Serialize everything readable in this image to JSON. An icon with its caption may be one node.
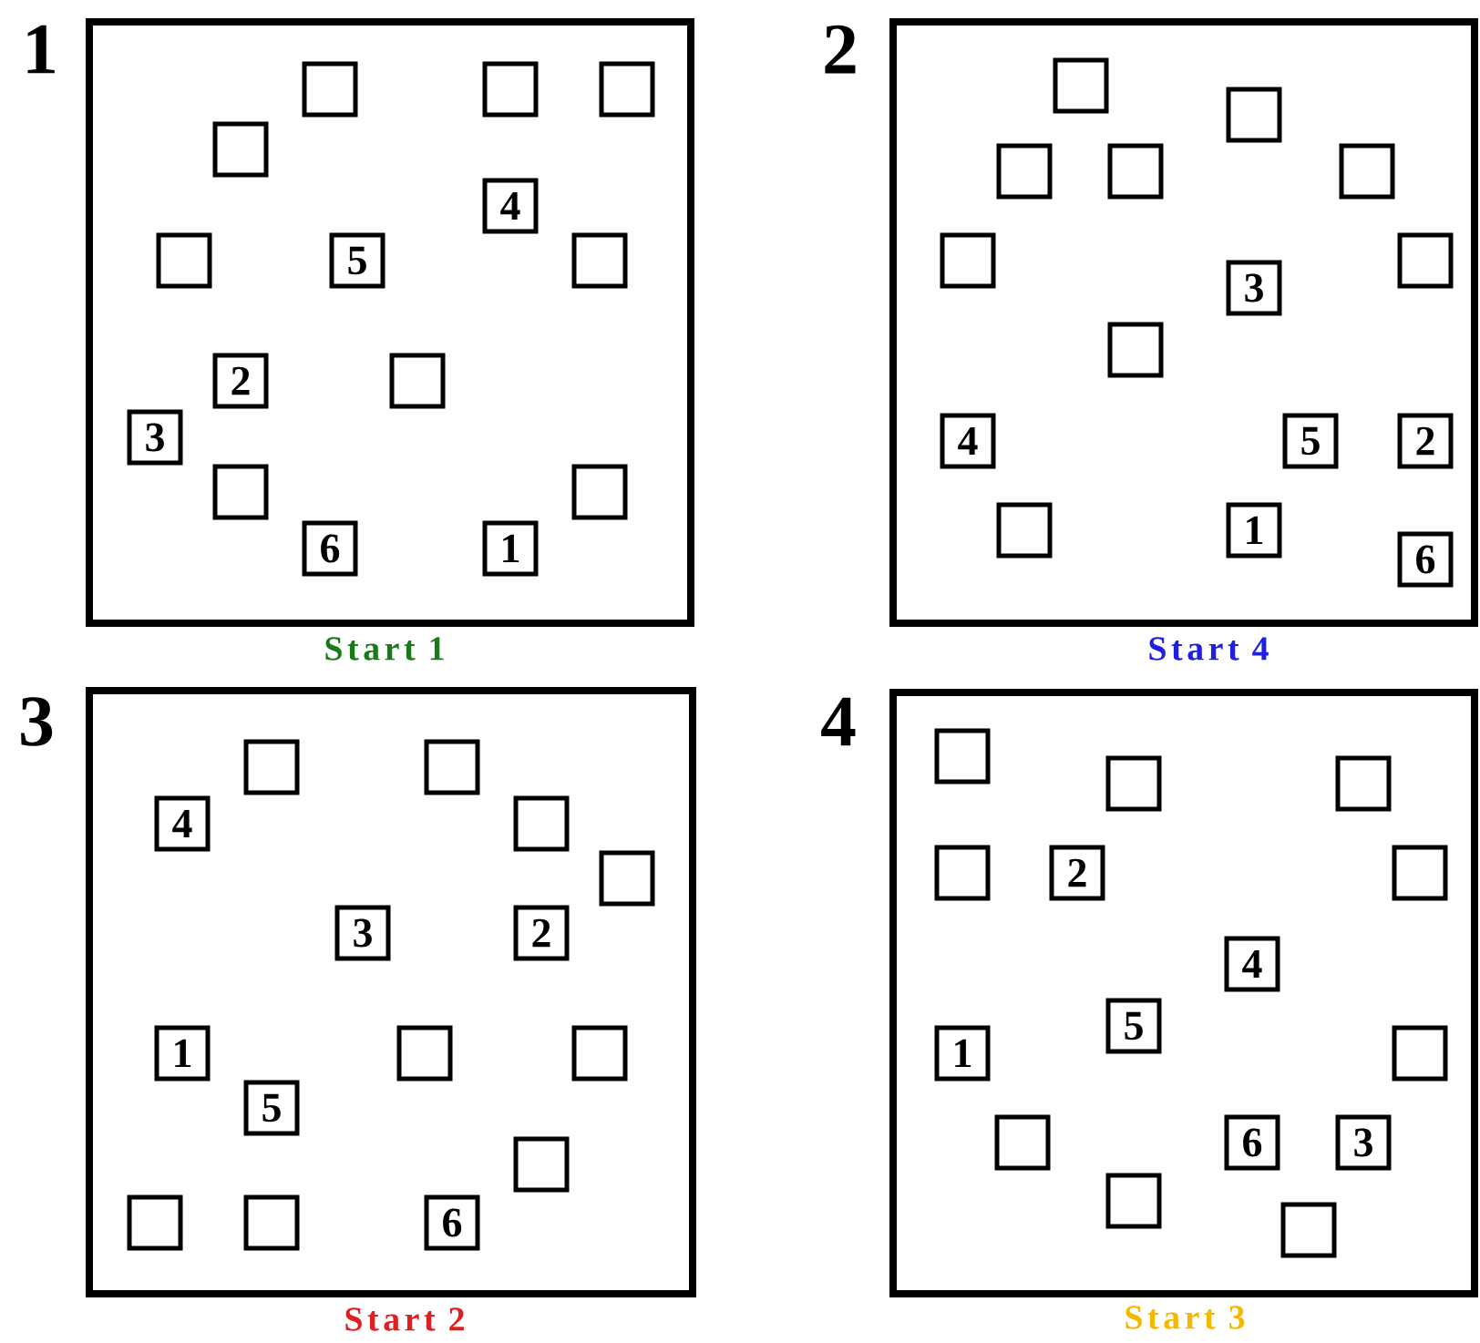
{
  "diagram": {
    "nodes": [
      {
        "text": [
          "1"
        ],
        "beside": [
          "Start 1"
        ]
      },
      {
        "text": [],
        "shape": "box",
        "in": 0
      },
      {
        "text": [],
        "shape": "box",
        "in": 0
      },
      {
        "text": [],
        "shape": "box",
        "in": 0
      },
      {
        "text": [],
        "shape": "box",
        "in": 0
      },
      {
        "text": [
          "4"
        ],
        "in": 0
      },
      {
        "text": [],
        "shape": "box",
        "in": 0
      },
      {
        "text": [
          "5"
        ],
        "in": 0
      },
      {
        "text": [],
        "shape": "box",
        "in": 0
      },
      {
        "text": [
          "2"
        ],
        "in": 0
      },
      {
        "text": [],
        "shape": "box",
        "in": 0
      },
      {
        "text": [
          "3"
        ],
        "in": 0
      },
      {
        "text": [],
        "shape": "box",
        "in": 0
      },
      {
        "text": [],
        "shape": "box",
        "in": 0
      },
      {
        "text": [
          "6"
        ],
        "in": 0
      },
      {
        "text": [
          "1"
        ],
        "in": 0
      },
      {
        "text": [
          "2"
        ],
        "beside": [
          "Start 4"
        ]
      },
      {
        "text": [],
        "shape": "box",
        "in": 16
      },
      {
        "text": [],
        "shape": "box",
        "in": 16
      },
      {
        "text": [],
        "shape": "box",
        "in": 16
      },
      {
        "text": [],
        "shape": "box",
        "in": 16
      },
      {
        "text": [],
        "shape": "box",
        "in": 16
      },
      {
        "text": [],
        "shape": "box",
        "in": 16
      },
      {
        "text": [
          "3"
        ],
        "in": 16
      },
      {
        "text": [],
        "shape": "box",
        "in": 16
      },
      {
        "text": [],
        "shape": "box",
        "in": 16
      },
      {
        "text": [
          "4"
        ],
        "in": 16
      },
      {
        "text": [
          "5"
        ],
        "in": 16
      },
      {
        "text": [
          "2"
        ],
        "in": 16
      },
      {
        "text": [],
        "shape": "box",
        "in": 16
      },
      {
        "text": [
          "1"
        ],
        "in": 16
      },
      {
        "text": [
          "6"
        ],
        "in": 16
      },
      {
        "text": [
          "3"
        ],
        "beside": [
          "Start 2"
        ]
      },
      {
        "text": [],
        "shape": "box",
        "in": 32
      },
      {
        "text": [],
        "shape": "box",
        "in": 32
      },
      {
        "text": [
          "4"
        ],
        "in": 32
      },
      {
        "text": [],
        "shape": "box",
        "in": 32
      },
      {
        "text": [],
        "shape": "box",
        "in": 32
      },
      {
        "text": [
          "3"
        ],
        "in": 32
      },
      {
        "text": [
          "2"
        ],
        "in": 32
      },
      {
        "text": [
          "1"
        ],
        "in": 32
      },
      {
        "text": [],
        "shape": "box",
        "in": 32
      },
      {
        "text": [],
        "shape": "box",
        "in": 32
      },
      {
        "text": [
          "5"
        ],
        "in": 32
      },
      {
        "text": [],
        "shape": "box",
        "in": 32
      },
      {
        "text": [],
        "shape": "box",
        "in": 32
      },
      {
        "text": [],
        "shape": "box",
        "in": 32
      },
      {
        "text": [
          "6"
        ],
        "in": 32
      },
      {
        "text": [
          "4"
        ],
        "beside": [
          "Start 3"
        ]
      },
      {
        "text": [],
        "shape": "box",
        "in": 48
      },
      {
        "text": [],
        "shape": "box",
        "in": 48
      },
      {
        "text": [],
        "shape": "box",
        "in": 48
      },
      {
        "text": [],
        "shape": "box",
        "in": 48
      },
      {
        "text": [
          "2"
        ],
        "in": 48
      },
      {
        "text": [],
        "shape": "box",
        "in": 48
      },
      {
        "text": [
          "4"
        ],
        "in": 48
      },
      {
        "text": [
          "5"
        ],
        "in": 48
      },
      {
        "text": [
          "1"
        ],
        "in": 48
      },
      {
        "text": [],
        "shape": "box",
        "in": 48
      },
      {
        "text": [],
        "shape": "box",
        "in": 48
      },
      {
        "text": [
          "6"
        ],
        "in": 48
      },
      {
        "text": [
          "3"
        ],
        "in": 48
      },
      {
        "text": [],
        "shape": "box",
        "in": 48
      },
      {
        "text": [],
        "shape": "box",
        "in": 48
      }
    ]
  }
}
